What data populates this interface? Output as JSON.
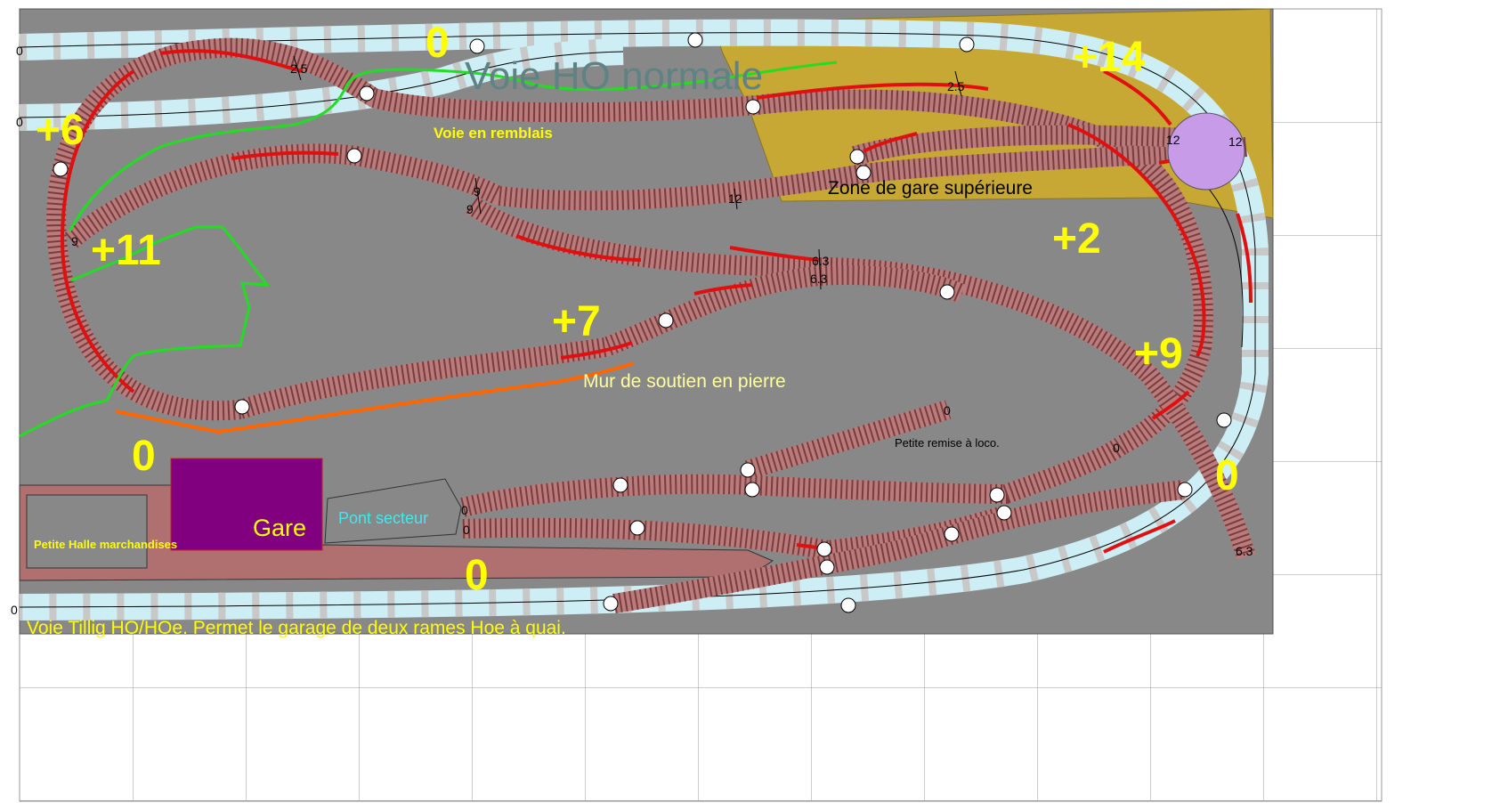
{
  "colors": {
    "board": "#888888",
    "grid": "#999999",
    "upper_zone": "#c8a834",
    "level_text": "#ffff00",
    "station_building": "#800080",
    "platform": "#b07070",
    "retaining_wall": "#ff6600",
    "embankment_line": "#22dd22",
    "normal_track": "#cdeef5",
    "narrow_track": "#b97b7b",
    "ramp_marker": "#e01010",
    "turntable": "#c89be8"
  },
  "labels": {
    "normal_track": "Voie HO normale",
    "embankment": "Voie en remblais",
    "upper_station": "Zone de gare supérieure",
    "retaining_wall": "Mur de soutien en pierre",
    "engine_shed": "Petite remise à loco.",
    "station": "Gare",
    "sector_bridge": "Pont secteur",
    "goods_hall": "Petite Halle marchandises",
    "tillig_note": "Voie Tillig HO/HOe. Permet le garage de deux rames Hoe à quai."
  },
  "levels": {
    "l0_top": "0",
    "l14": "+14",
    "l6": "+6",
    "l11": "+11",
    "l7": "+7",
    "l2": "+2",
    "l9": "+9",
    "l0_left": "0",
    "l0_bottom": "0",
    "l0_right": "0"
  },
  "grade_marks": {
    "g25a": "2.5",
    "g25b": "2.5",
    "g9a": "9",
    "g9b": "9",
    "g9c": "9",
    "g12a": "12",
    "g12b": "12",
    "g12c": "12",
    "g63a": "6.3",
    "g63b": "6.3",
    "g63c": "6.3",
    "g0a": "0",
    "g0b": "0",
    "g0c": "0",
    "g0d": "0",
    "g0e": "0",
    "g0f": "0",
    "g0g": "0"
  }
}
